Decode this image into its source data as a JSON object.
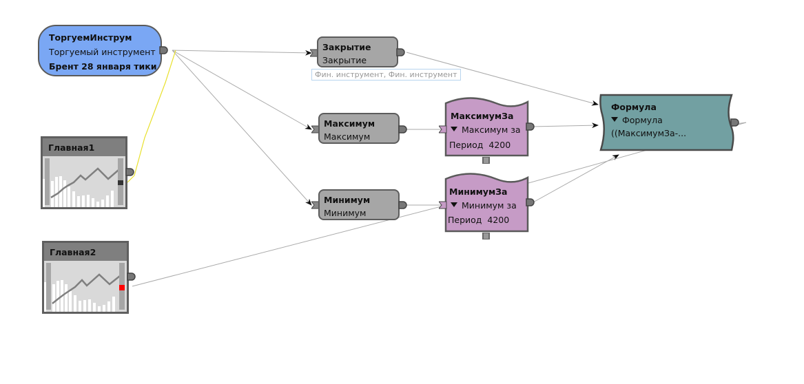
{
  "nodes": {
    "instrument": {
      "title": "ТоргуемИнструм",
      "subtitle": "Торгуемый инструмент",
      "value": "Брент 28 января тики",
      "color": "#7aa7f4"
    },
    "close": {
      "title": "Закрытие",
      "subtitle": "Закрытие",
      "hint": "Фин. инструмент, Фин. инструмент"
    },
    "max": {
      "title": "Максимум",
      "subtitle": "Максимум"
    },
    "min": {
      "title": "Минимум",
      "subtitle": "Минимум"
    },
    "maxFor": {
      "title": "МаксимумЗа",
      "subtitle": "Максимум за",
      "param_label": "Период",
      "param_value": "4200",
      "color": "#c69bc6"
    },
    "minFor": {
      "title": "МинимумЗа",
      "subtitle": "Минимум за",
      "param_label": "Период",
      "param_value": "4200",
      "color": "#c69bc6"
    },
    "formula": {
      "title": "Формула",
      "subtitle": "Формула",
      "expression": "((МаксимумЗа-...",
      "color": "#72a0a2"
    },
    "chart1": {
      "title": "Главная1",
      "marker_color": "#333333"
    },
    "chart2": {
      "title": "Главная2",
      "marker_color": "#ff0000"
    }
  }
}
